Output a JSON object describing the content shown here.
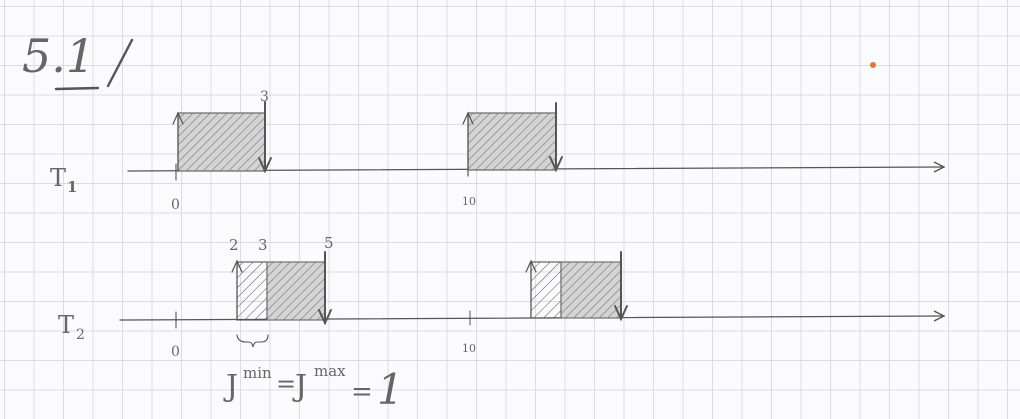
{
  "exercise": {
    "number": "5.1"
  },
  "colors": {
    "pencil": "#555555",
    "hatch_light": "#9a9a9a",
    "hatch_dark": "#555555",
    "dot": "#d9793f"
  },
  "timeline_1": {
    "label": "T",
    "subscript": "1",
    "tick_labels": [
      "0",
      "10"
    ],
    "job_end_label": "3"
  },
  "timeline_2": {
    "label": "T",
    "subscript": "2",
    "tick_labels": [
      "0",
      "10"
    ],
    "job_labels": [
      "2",
      "3",
      "5"
    ]
  },
  "annotation": {
    "symbol": "J",
    "min_superscript": "min",
    "max_superscript": "max",
    "equals": "=",
    "value": "1"
  }
}
